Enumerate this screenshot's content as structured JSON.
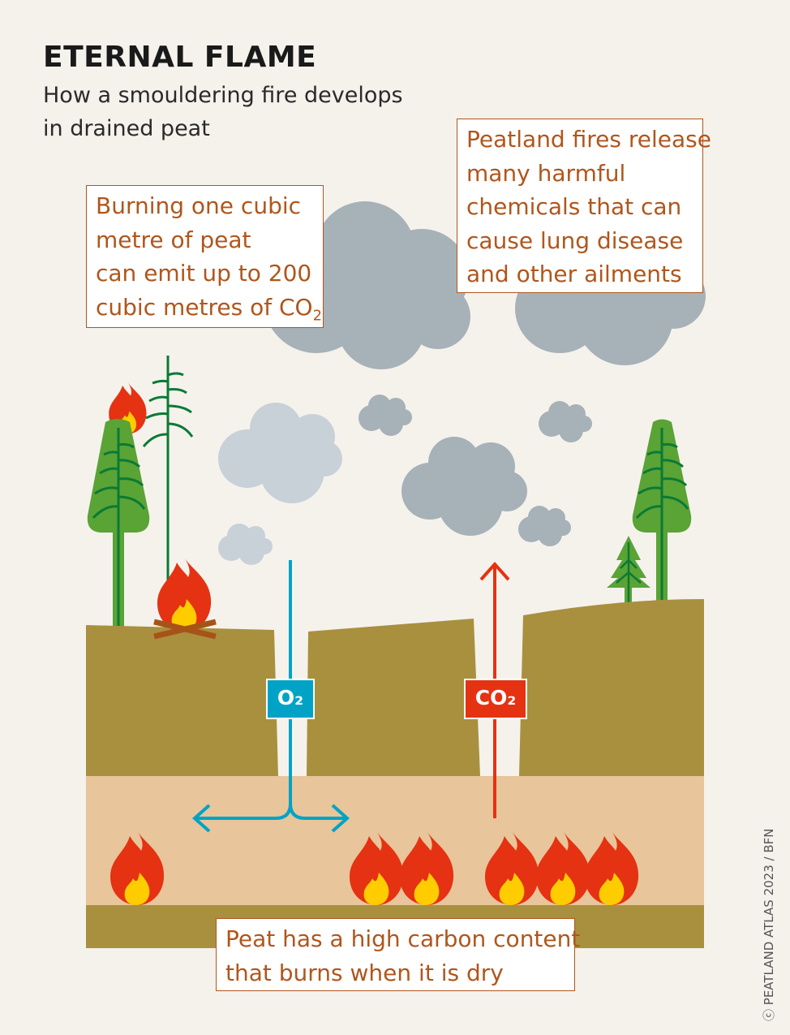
{
  "header": {
    "title": "ETERNAL FLAME",
    "subtitle_lines": [
      "How a smouldering fire develops",
      "in drained peat"
    ]
  },
  "callouts": {
    "co2_emission": {
      "lines": [
        "Burning one cubic",
        "metre of peat",
        "can emit up to 200",
        "cubic metres of CO"
      ],
      "subscript": "2"
    },
    "chemicals": {
      "lines": [
        "Peatland fires release",
        "many harmful",
        "chemicals that can",
        "cause lung disease",
        "and other ailments"
      ]
    },
    "carbon": {
      "lines": [
        "Peat has a high carbon content",
        "that burns when it is dry"
      ]
    }
  },
  "labels": {
    "oxygen": "O₂",
    "carbon_dioxide": "CO₂"
  },
  "credit": "ⓒ PEATLAND ATLAS 2023 / BFN",
  "colors": {
    "background": "#f5f2ec",
    "soil": "#a9903f",
    "peat": "#e8c59a",
    "flame": "#e53212",
    "flame_core": "#ffcc00",
    "oxygen": "#00a3c6",
    "carbon_dioxide": "#e53212",
    "cloud_dark": "#a7b1b8",
    "cloud_light": "#c8d0d8",
    "tree": "#5aa335",
    "tree_dark": "#0a7a35",
    "text_accent": "#b0561c"
  }
}
